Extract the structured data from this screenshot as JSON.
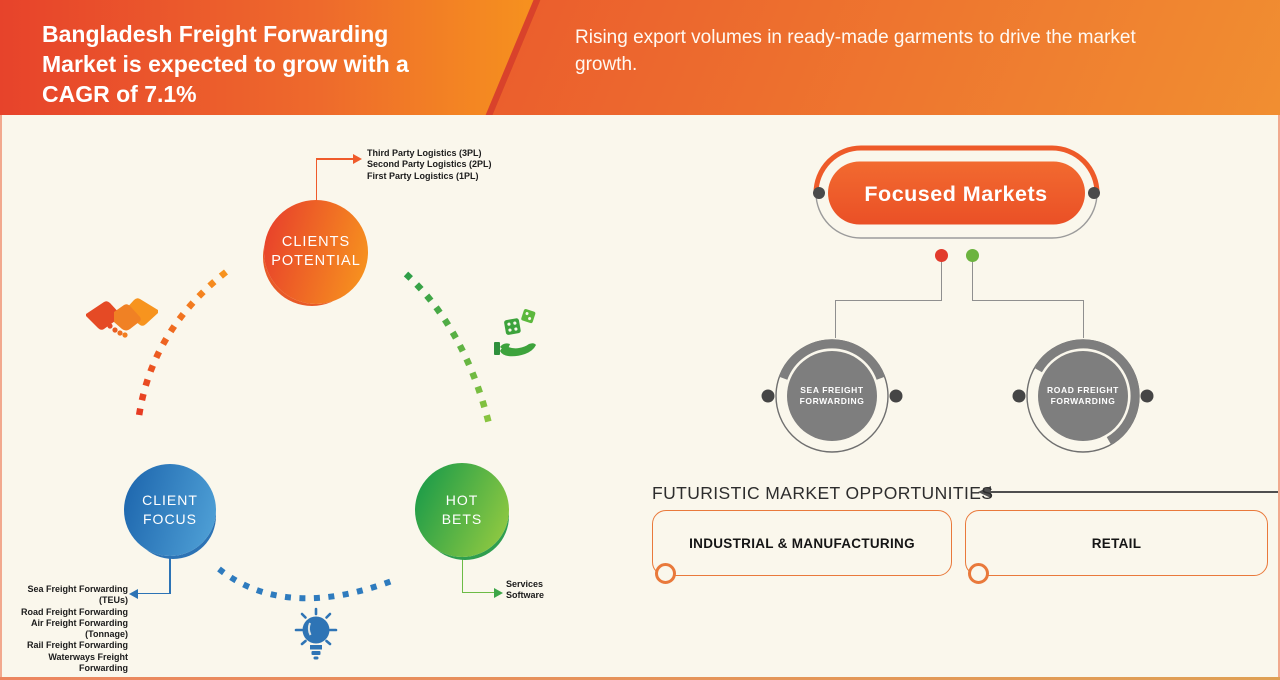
{
  "header": {
    "title_lines": [
      "Bangladesh Freight Forwarding",
      "Market is expected to grow with a",
      "CAGR of 7.1%"
    ],
    "subtitle": "Rising export volumes in ready-made garments to drive the market growth."
  },
  "cycle": {
    "clients_potential": {
      "line1": "CLIENTS",
      "line2": "POTENTIAL",
      "items": [
        "Third Party Logistics (3PL)",
        "Second Party Logistics (2PL)",
        "First Party Logistics (1PL)"
      ]
    },
    "client_focus": {
      "line1": "CLIENT",
      "line2": "FOCUS",
      "items": [
        "Sea Freight Forwarding (TEUs)",
        "Road Freight Forwarding",
        "Air Freight Forwarding",
        "(Tonnage)",
        "Rail Freight Forwarding",
        "Waterways Freight Forwarding"
      ]
    },
    "hot_bets": {
      "line1": "HOT",
      "line2": "BETS",
      "items": [
        "Services",
        "Software"
      ]
    }
  },
  "focused_markets": {
    "title": "Focused Markets",
    "children": [
      {
        "line1": "SEA FREIGHT",
        "line2": "FORWARDING"
      },
      {
        "line1": "ROAD FREIGHT",
        "line2": "FORWARDING"
      }
    ]
  },
  "opportunities": {
    "title": "FUTURISTIC MARKET OPPORTUNITIES",
    "boxes": [
      "INDUSTRIAL & MANUFACTURING",
      "RETAIL"
    ]
  },
  "colors": {
    "background": "#FAF7EC",
    "header_red": "#E7432B",
    "header_orange": "#F6921E",
    "accent_orange": "#EF5B2B",
    "accent_blue": "#2C73B5",
    "accent_green": "#3DA648",
    "node_gray": "#7E7E7E"
  }
}
